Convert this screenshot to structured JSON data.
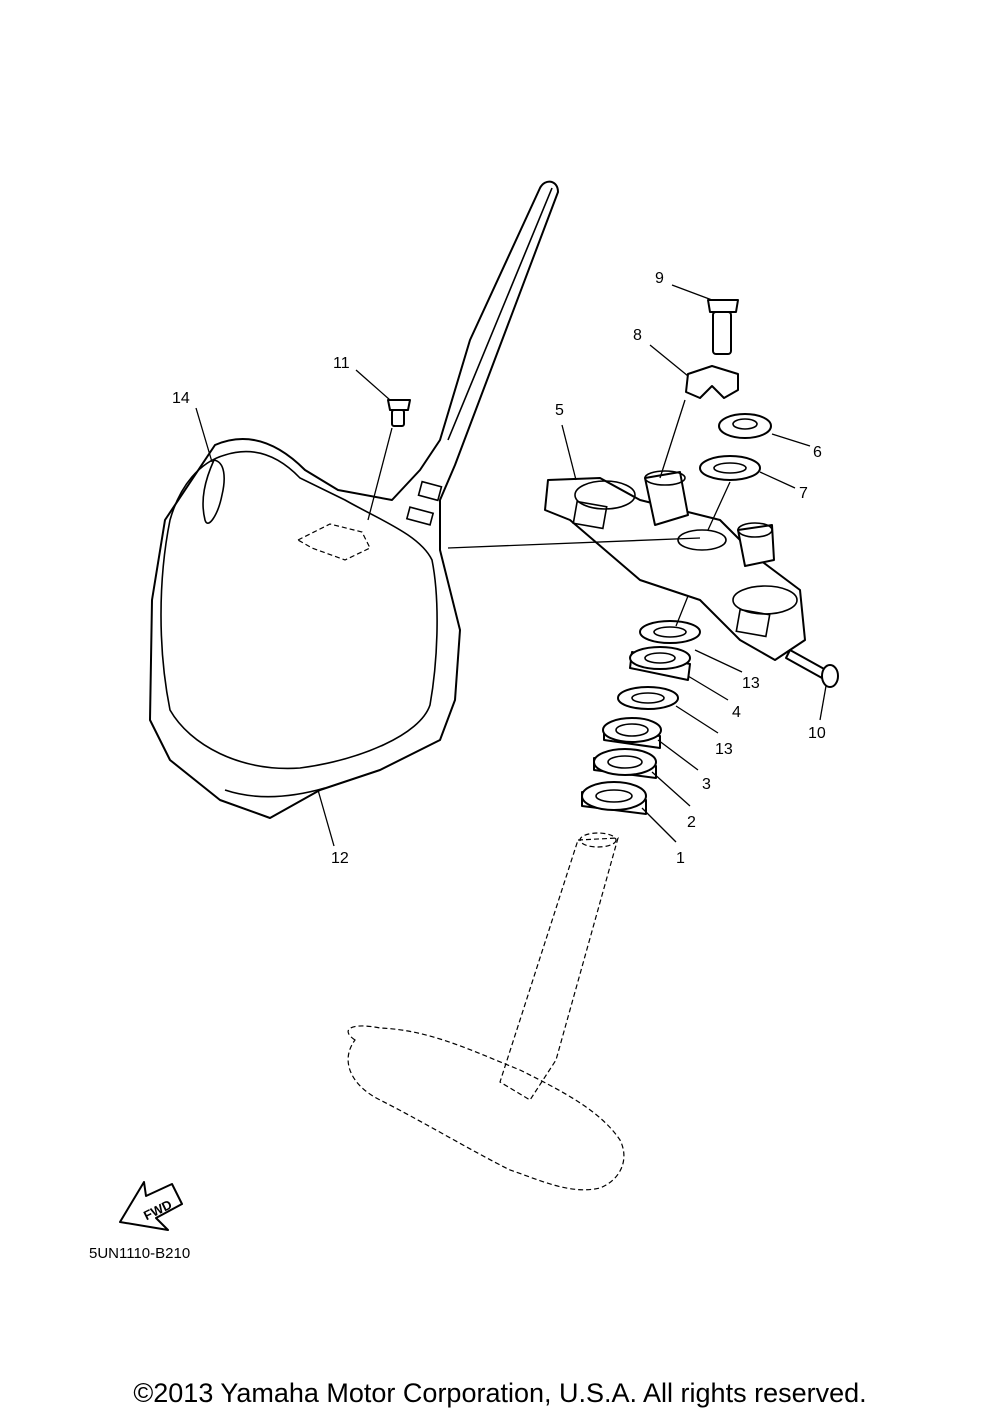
{
  "diagram": {
    "part_code": "5UN1110-B210",
    "direction_label": "FWD",
    "callouts": [
      "1",
      "2",
      "3",
      "4",
      "5",
      "6",
      "7",
      "8",
      "9",
      "10",
      "11",
      "12",
      "13",
      "13",
      "14"
    ]
  },
  "footer": {
    "copyright": "©2013 Yamaha Motor Corporation, U.S.A. All rights reserved."
  }
}
